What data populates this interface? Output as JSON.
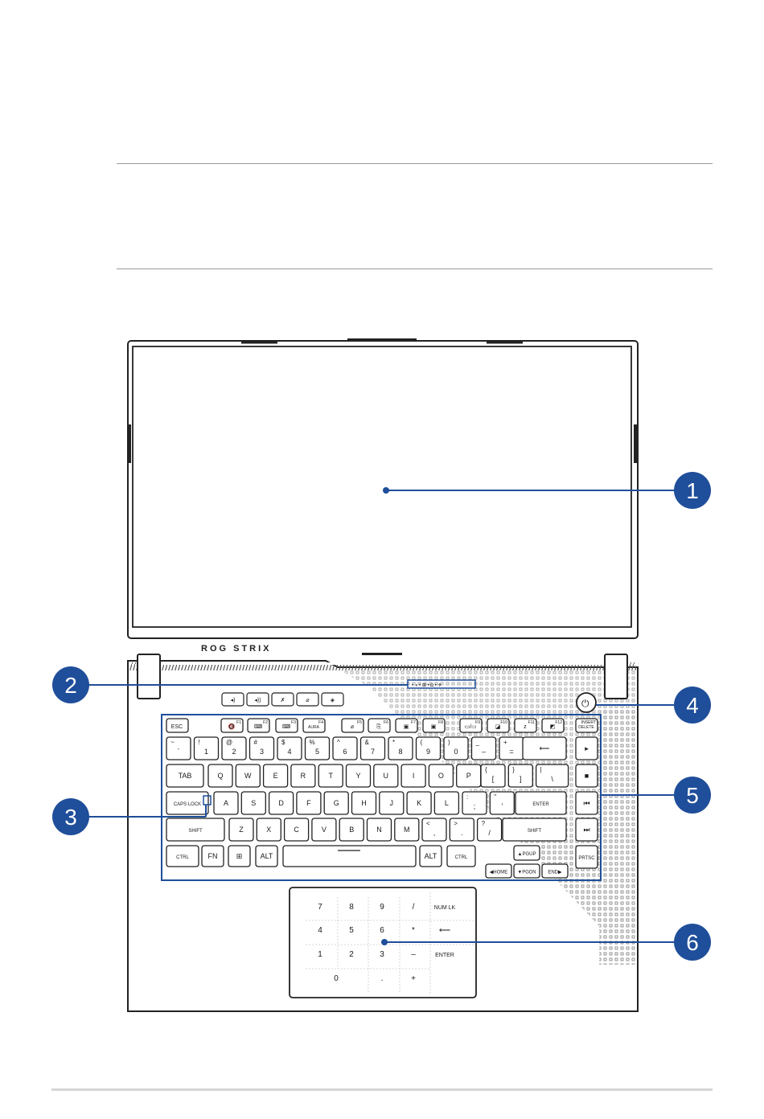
{
  "brand": {
    "name": "ROG STRIX"
  },
  "accent_color": "#1f4e9a",
  "callouts": [
    "1",
    "2",
    "3",
    "4",
    "5",
    "6"
  ],
  "keyboard": {
    "fn_row": [
      {
        "main": "ESC",
        "sub": ""
      },
      {
        "main": "🔇",
        "sub": "F1"
      },
      {
        "main": "⌨",
        "sub": "F2"
      },
      {
        "main": "⌨",
        "sub": "F3"
      },
      {
        "main": "AURA",
        "sub": "F4"
      },
      {
        "main": "⌀",
        "sub": "F5"
      },
      {
        "main": "⎘",
        "sub": "F6"
      },
      {
        "main": "▣",
        "sub": "F7"
      },
      {
        "main": "▣",
        "sub": "F8"
      },
      {
        "main": "▭/▭",
        "sub": "F9"
      },
      {
        "main": "◪",
        "sub": "F10"
      },
      {
        "main": "z",
        "sub": "F11"
      },
      {
        "main": "◩",
        "sub": "F12"
      },
      {
        "main": "DELETE",
        "sub": "INSERT"
      }
    ],
    "num_row": [
      {
        "top": "~",
        "bottom": "`"
      },
      {
        "top": "!",
        "bottom": "1"
      },
      {
        "top": "@",
        "bottom": "2"
      },
      {
        "top": "#",
        "bottom": "3"
      },
      {
        "top": "$",
        "bottom": "4"
      },
      {
        "top": "%",
        "bottom": "5"
      },
      {
        "top": "^",
        "bottom": "6"
      },
      {
        "top": "&",
        "bottom": "7"
      },
      {
        "top": "*",
        "bottom": "8"
      },
      {
        "top": "(",
        "bottom": "9"
      },
      {
        "top": ")",
        "bottom": "0"
      },
      {
        "top": "_",
        "bottom": "–"
      },
      {
        "top": "+",
        "bottom": "="
      }
    ],
    "backspace": "⟵",
    "tab": "TAB",
    "qwerty": [
      "Q",
      "W",
      "E",
      "R",
      "T",
      "Y",
      "U",
      "I",
      "O",
      "P"
    ],
    "brackets": [
      {
        "top": "{",
        "bottom": "["
      },
      {
        "top": "}",
        "bottom": "]"
      },
      {
        "top": "|",
        "bottom": "\\"
      }
    ],
    "caps": "CAPS LOCK",
    "asdf": [
      "A",
      "S",
      "D",
      "F",
      "G",
      "H",
      "J",
      "K",
      "L"
    ],
    "semi": [
      {
        "top": ":",
        "bottom": ";"
      },
      {
        "top": "\"",
        "bottom": "'"
      }
    ],
    "enter": "ENTER",
    "shift": "SHIFT",
    "zxcv": [
      "Z",
      "X",
      "C",
      "V",
      "B",
      "N",
      "M"
    ],
    "punct": [
      {
        "top": "<",
        "bottom": ","
      },
      {
        "top": ">",
        "bottom": "."
      },
      {
        "top": "?",
        "bottom": "/"
      }
    ],
    "bottom_row": [
      "CTRL",
      "FN",
      "⊞",
      "ALT",
      "ALT",
      "CTRL"
    ],
    "arrows": {
      "up": "▲PGUP",
      "left": "◀HOME",
      "down": "▼PGDN",
      "right": "END▶"
    },
    "side": [
      "▸",
      "■",
      "⏮",
      "⏭",
      "PRTSC"
    ]
  },
  "touchpad_numpad": [
    [
      "7",
      "8",
      "9",
      "/",
      "NUM LK"
    ],
    [
      "4",
      "5",
      "6",
      "*",
      "⟵"
    ],
    [
      "1",
      "2",
      "3",
      "–",
      "ENTER"
    ],
    [
      "0",
      "",
      ".",
      "+",
      ""
    ]
  ]
}
